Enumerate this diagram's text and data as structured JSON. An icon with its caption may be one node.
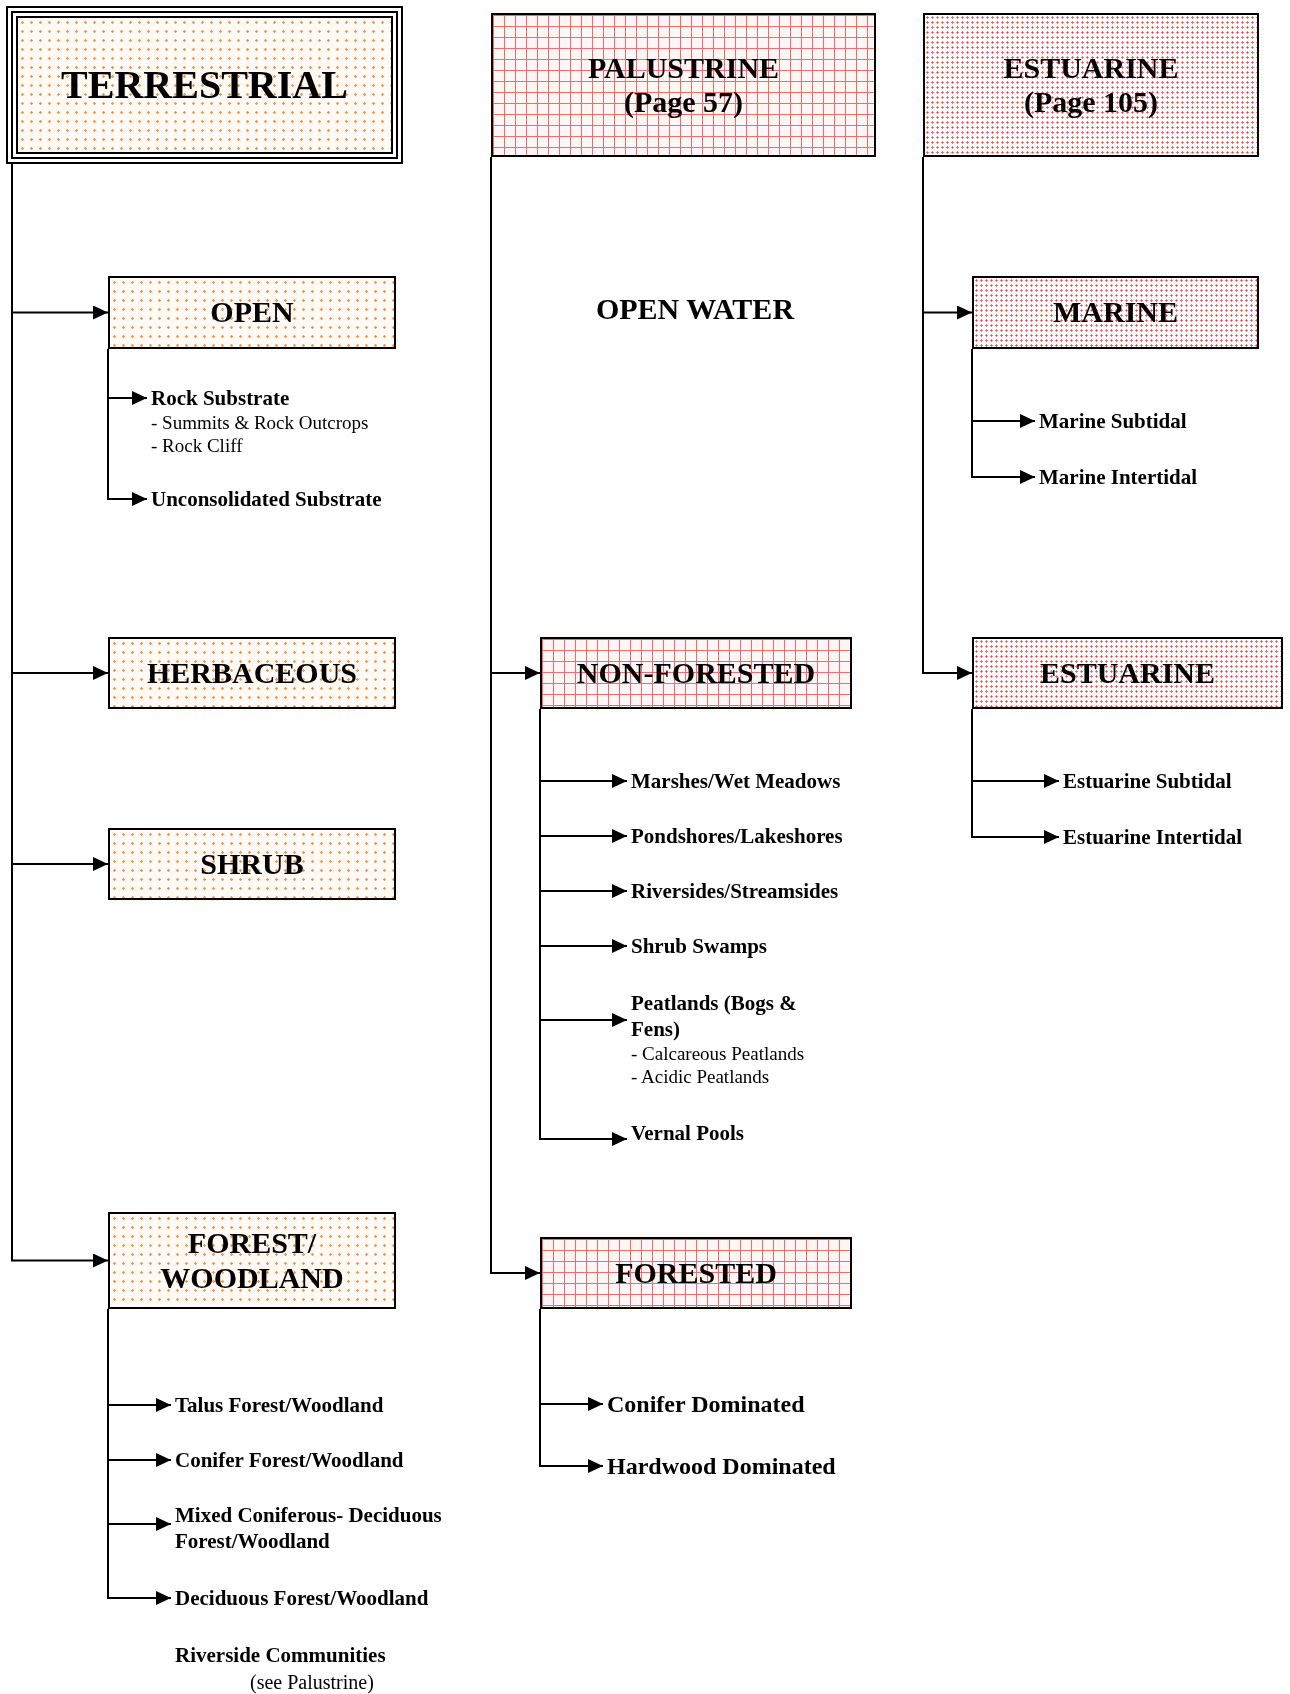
{
  "diagram": {
    "nodes": [
      {
        "text": [
          "TERRESTRIAL"
        ]
      },
      {
        "text": [
          "OPEN"
        ]
      },
      {
        "text": [
          "Rock Substrate",
          "- Summits & Rock Outcrops",
          "- Rock Cliff"
        ]
      },
      {
        "text": [
          "Unconsolidated Substrate"
        ]
      },
      {
        "text": [
          "HERBACEOUS"
        ]
      },
      {
        "text": [
          "SHRUB"
        ]
      },
      {
        "text": [
          "FOREST/ WOODLAND"
        ]
      },
      {
        "text": [
          "Talus Forest/Woodland"
        ]
      },
      {
        "text": [
          "Conifer Forest/Woodland"
        ]
      },
      {
        "text": [
          "Mixed Coniferous- Deciduous Forest/Woodland"
        ]
      },
      {
        "text": [
          "Deciduous Forest/Woodland"
        ]
      },
      {
        "text": [
          "PALUSTRINE",
          "(Page 57)"
        ]
      },
      {
        "text": [
          "NON-FORESTED"
        ]
      },
      {
        "text": [
          "Marshes/Wet Meadows"
        ]
      },
      {
        "text": [
          "Pondshores/Lakeshores"
        ]
      },
      {
        "text": [
          "Riversides/Streamsides"
        ]
      },
      {
        "text": [
          "Shrub Swamps"
        ]
      },
      {
        "text": [
          "Peatlands (Bogs & Fens)",
          "- Calcareous Peatlands",
          "- Acidic Peatlands"
        ]
      },
      {
        "text": [
          "Vernal Pools"
        ]
      },
      {
        "text": [
          "FORESTED"
        ]
      },
      {
        "text": [
          "Conifer Dominated"
        ]
      },
      {
        "text": [
          "Hardwood Dominated"
        ]
      },
      {
        "text": [
          "ESTUARINE",
          "(Page 105)"
        ]
      },
      {
        "text": [
          "MARINE"
        ]
      },
      {
        "text": [
          "Marine Subtidal"
        ]
      },
      {
        "text": [
          "Marine Intertidal"
        ]
      },
      {
        "text": [
          "ESTUARINE"
        ]
      },
      {
        "text": [
          "Estuarine Subtidal"
        ]
      },
      {
        "text": [
          "Estuarine Intertidal"
        ]
      }
    ],
    "edges": [
      {
        "from": 0,
        "to": 1,
        "arrow": "to"
      },
      {
        "from": 0,
        "to": 4,
        "arrow": "to"
      },
      {
        "from": 0,
        "to": 5,
        "arrow": "to"
      },
      {
        "from": 0,
        "to": 6,
        "arrow": "to"
      },
      {
        "from": 1,
        "to": 2,
        "arrow": "to"
      },
      {
        "from": 1,
        "to": 3,
        "arrow": "to"
      },
      {
        "from": 6,
        "to": 7,
        "arrow": "to"
      },
      {
        "from": 6,
        "to": 8,
        "arrow": "to"
      },
      {
        "from": 6,
        "to": 9,
        "arrow": "to"
      },
      {
        "from": 6,
        "to": 10,
        "arrow": "to"
      },
      {
        "from": 11,
        "to": 12,
        "arrow": "to"
      },
      {
        "from": 11,
        "to": 19,
        "arrow": "to"
      },
      {
        "from": 12,
        "to": 13,
        "arrow": "to"
      },
      {
        "from": 12,
        "to": 14,
        "arrow": "to"
      },
      {
        "from": 12,
        "to": 15,
        "arrow": "to"
      },
      {
        "from": 12,
        "to": 16,
        "arrow": "to"
      },
      {
        "from": 12,
        "to": 17,
        "arrow": "to"
      },
      {
        "from": 12,
        "to": 18,
        "arrow": "to"
      },
      {
        "from": 19,
        "to": 20,
        "arrow": "to"
      },
      {
        "from": 19,
        "to": 21,
        "arrow": "to"
      },
      {
        "from": 22,
        "to": 23,
        "arrow": "to"
      },
      {
        "from": 22,
        "to": 26,
        "arrow": "to"
      },
      {
        "from": 23,
        "to": 24,
        "arrow": "to"
      },
      {
        "from": 23,
        "to": 25,
        "arrow": "to"
      },
      {
        "from": 26,
        "to": 27,
        "arrow": "to"
      },
      {
        "from": 26,
        "to": 28,
        "arrow": "to"
      }
    ],
    "labels": [
      "OPEN WATER",
      "Riverside Communities",
      "(see Palustrine)"
    ]
  }
}
